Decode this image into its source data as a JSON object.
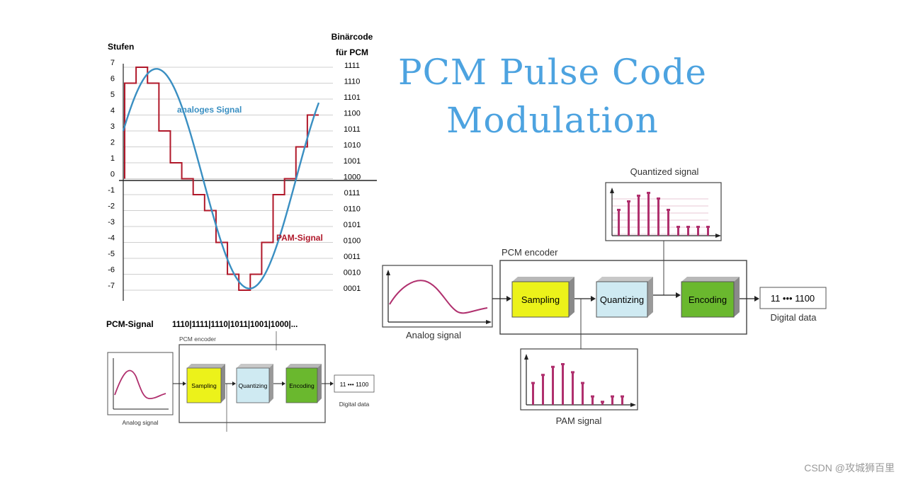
{
  "title_line1": "PCM Pulse Code",
  "title_line2": "Modulation",
  "watermark": "CSDN @攻城狮百里",
  "colors": {
    "title": "#4da3e0",
    "analog_signal": "#3a8fc2",
    "pam_signal": "#b0182a",
    "sampling_box": "#ecf21a",
    "quantizing_box": "#cfeaf2",
    "encoding_box": "#6ab82e",
    "signal_plot": "#b0306e"
  },
  "quant_chart": {
    "y_axis_title": "Stufen",
    "code_title_line1": "Binärcode",
    "code_title_line2": "für PCM",
    "levels": [
      "7",
      "6",
      "5",
      "4",
      "3",
      "2",
      "1",
      "0",
      "-1",
      "-2",
      "-3",
      "-4",
      "-5",
      "-6",
      "-7"
    ],
    "codes": [
      "1111",
      "1110",
      "1101",
      "1100",
      "1011",
      "1010",
      "1001",
      "1000",
      "0111",
      "0110",
      "0101",
      "0100",
      "0011",
      "0010",
      "0001"
    ],
    "analog_label": "analoges Signal",
    "pam_label": "PAM-Signal",
    "pam_levels": [
      6,
      7,
      6,
      3,
      1,
      0,
      -1,
      -2,
      -4,
      -6,
      -7,
      -6,
      -4,
      -1,
      0,
      2,
      4
    ]
  },
  "small_diagram": {
    "pcm_signal_label": "PCM-Signal",
    "pcm_bits": "1110|1111|1110|1011|1001|1000|...",
    "encoder_label": "PCM encoder",
    "sampling": "Sampling",
    "quantizing": "Quantizing",
    "encoding": "Encoding",
    "output": "11 ••• 1100",
    "digital_data": "Digital data",
    "analog_signal": "Analog signal"
  },
  "large_diagram": {
    "quantized_signal": "Quantized signal",
    "encoder_label": "PCM encoder",
    "sampling": "Sampling",
    "quantizing": "Quantizing",
    "encoding": "Encoding",
    "output": "11 ••• 1100",
    "digital_data": "Digital data",
    "analog_signal": "Analog signal",
    "pam_signal": "PAM signal",
    "quantized_bars": [
      9,
      12,
      14,
      15,
      13,
      9,
      3,
      3,
      3,
      3
    ],
    "pam_bars": [
      8,
      11,
      14,
      15,
      12,
      8,
      3,
      1,
      3,
      3
    ]
  }
}
